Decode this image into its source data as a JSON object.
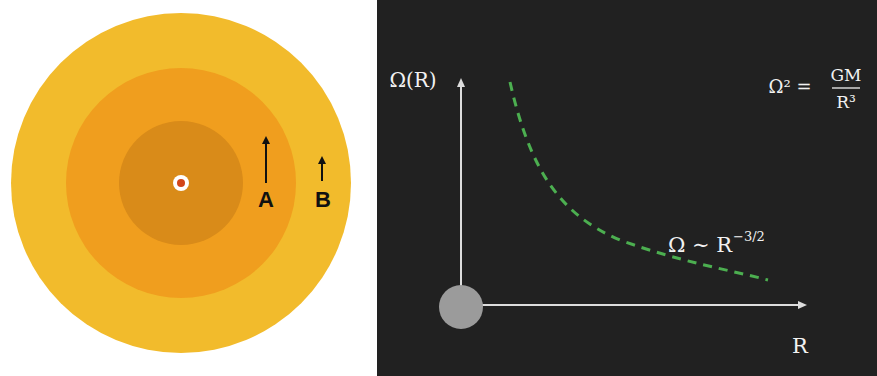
{
  "diagram": {
    "labels": [
      "A",
      "B",
      "Ω(R)",
      "Ω² =",
      "GM",
      "R³",
      "Ω ∼ R",
      "−3/2",
      "R"
    ]
  }
}
